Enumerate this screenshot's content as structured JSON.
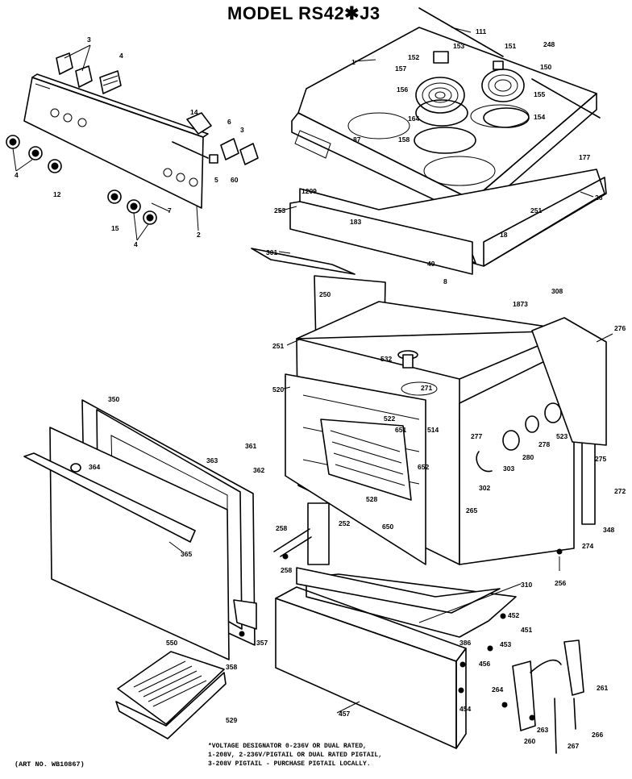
{
  "title": "MODEL RS42✱J3",
  "art_no": "(ART NO. WB10867)",
  "footnote": {
    "line1": "*VOLTAGE DESIGNATOR 0-236V OR DUAL RATED,",
    "line2": "1-208V, 2-236V/PIGTAIL OR DUAL RATED PIGTAIL,",
    "line3": "3-208V PIGTAIL - PURCHASE PIGTAIL LOCALLY."
  },
  "callouts": {
    "c111": "111",
    "c1": "1",
    "c151": "151",
    "c248": "248",
    "c152": "152",
    "c153": "153",
    "c157": "157",
    "c150": "150",
    "c156": "156",
    "c155": "155",
    "c154": "154",
    "c164": "164",
    "c158": "158",
    "c87": "87",
    "c177": "177",
    "c26": "26",
    "c1209": "1209",
    "c253": "253",
    "c183": "183",
    "c251top": "251",
    "c18": "18",
    "c301": "301",
    "c49": "49",
    "c8": "8",
    "c250": "250",
    "c1873": "1873",
    "c308": "308",
    "c276": "276",
    "c251": "251",
    "c532": "532",
    "c520": "520",
    "c271": "271",
    "c522": "522",
    "c651": "651",
    "c514": "514",
    "c277": "277",
    "c523": "523",
    "c278": "278",
    "c303": "303",
    "c280": "280",
    "c275": "275",
    "c652": "652",
    "c528": "528",
    "c302": "302",
    "c272": "272",
    "c348": "348",
    "c650": "650",
    "c265": "265",
    "c274": "274",
    "c258a": "258",
    "c252": "252",
    "c258b": "258",
    "c256": "256",
    "c310": "310",
    "c452": "452",
    "c451": "451",
    "c386": "386",
    "c453": "453",
    "c456": "456",
    "c264": "264",
    "c261": "261",
    "c454": "454",
    "c457": "457",
    "c263": "263",
    "c260": "260",
    "c267": "267",
    "c266": "266",
    "c350": "350",
    "c361": "361",
    "c362": "362",
    "c363": "363",
    "c364": "364",
    "c365": "365",
    "c357": "357",
    "c358": "358",
    "c550": "550",
    "c529": "529",
    "c3a": "3",
    "c4top": "4",
    "c2": "2",
    "c14": "14",
    "c6": "6",
    "c3b": "3",
    "c5": "5",
    "c60": "60",
    "c4a": "4",
    "c12": "12",
    "c15": "15",
    "c7": "7",
    "c4b": "4"
  }
}
